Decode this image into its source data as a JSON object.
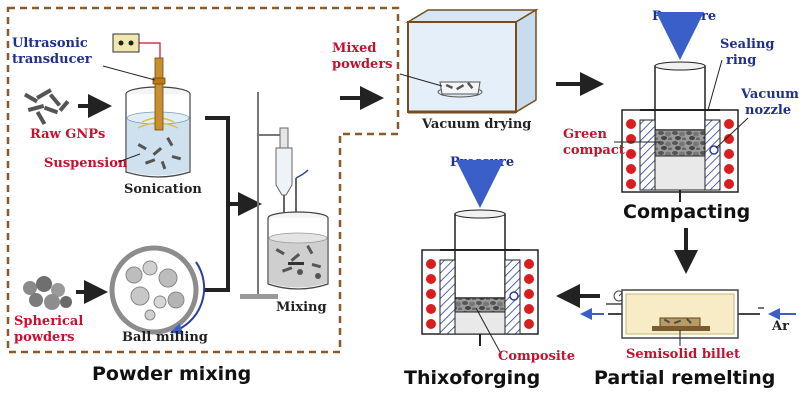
{
  "colors": {
    "red_label": "#c8102e",
    "blue_label": "#1f2f8f",
    "arrow_blue": "#3a5fc8",
    "heater_red": "#d81e1e",
    "dash_brown": "#8b5a2b",
    "arrow_black": "#222222",
    "fill_gray": "#d9d9d9",
    "cream": "#f7ecc6"
  },
  "sections": {
    "powder_mixing": "Powder mixing",
    "compacting": "Compacting",
    "partial_remelting": "Partial remelting",
    "thixoforging": "Thixoforging"
  },
  "labels": {
    "ultrasonic_transducer_line1": "Ultrasonic",
    "ultrasonic_transducer_line2": "transducer",
    "raw_gnps": "Raw GNPs",
    "suspension": "Suspension",
    "sonication": "Sonication",
    "spherical_powders_line1": "Spherical",
    "spherical_powders_line2": "powders",
    "ball_milling": "Ball milling",
    "mixing": "Mixing",
    "mixed_powders_line1": "Mixed",
    "mixed_powders_line2": "powders",
    "vacuum_drying": "Vacuum drying",
    "pressure_compacting": "Pressure",
    "pressure_thixo": "Pressure",
    "sealing_ring_line1": "Sealing",
    "sealing_ring_line2": "ring",
    "vacuum_nozzle_line1": "Vacuum",
    "vacuum_nozzle_line2": "nozzle",
    "green_compact_line1": "Green",
    "green_compact_line2": "compact",
    "composite": "Composite",
    "semisolid_billet": "Semisolid billet",
    "ar": "Ar"
  }
}
